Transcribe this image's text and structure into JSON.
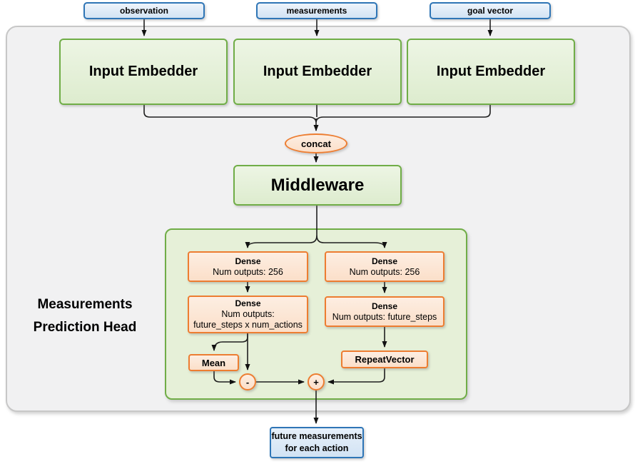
{
  "inputs": [
    {
      "label": "observation"
    },
    {
      "label": "measurements"
    },
    {
      "label": "goal vector"
    }
  ],
  "embedders": [
    {
      "label": "Input Embedder"
    },
    {
      "label": "Input Embedder"
    },
    {
      "label": "Input Embedder"
    }
  ],
  "concat": {
    "label": "concat"
  },
  "middleware": {
    "label": "Middleware"
  },
  "head": {
    "label_line1": "Measurements",
    "label_line2": "Prediction Head",
    "dense_left_1": {
      "title": "Dense",
      "subtitle": "Num outputs: 256"
    },
    "dense_left_2": {
      "title": "Dense",
      "subtitle_line1": "Num outputs:",
      "subtitle_line2": "future_steps x num_actions"
    },
    "dense_right_1": {
      "title": "Dense",
      "subtitle": "Num outputs: 256"
    },
    "dense_right_2": {
      "title": "Dense",
      "subtitle": "Num outputs: future_steps"
    },
    "mean": {
      "label": "Mean"
    },
    "repeat_vector": {
      "label": "RepeatVector"
    },
    "minus": {
      "label": "-"
    },
    "plus": {
      "label": "+"
    }
  },
  "output": {
    "label_line1": "future measurements",
    "label_line2": "for each action"
  },
  "colors": {
    "green_border": "#70ad47",
    "green_fill": "#e6f0d8",
    "orange_border": "#ed7d31",
    "orange_fill": "#fce4d6",
    "blue_border": "#2e75b6",
    "blue_fill": "#dbe9f7",
    "frame_fill": "#f1f1f2",
    "frame_border": "#c7c7c7",
    "line": "#1f1f1f"
  }
}
